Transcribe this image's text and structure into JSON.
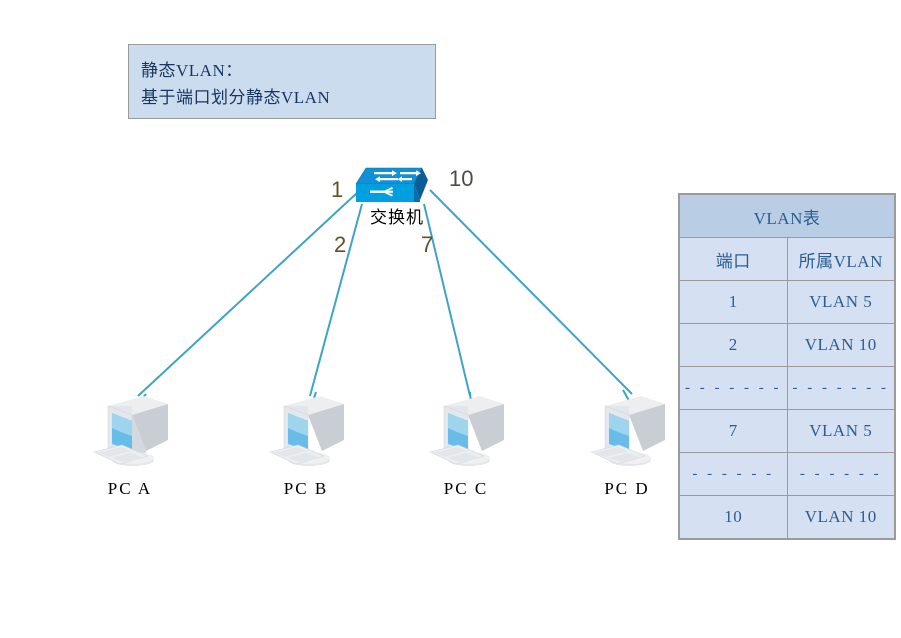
{
  "note": {
    "line1": "静态VLAN：",
    "line2": "基于端口划分静态VLAN"
  },
  "topology": {
    "switch_label": "交换机",
    "switch_icon": "network-switch-icon",
    "ports": {
      "p1": "1",
      "p10": "10",
      "p2": "2",
      "p7": "7"
    },
    "hosts": [
      {
        "label": "PC  A",
        "icon": "desktop-computer-icon",
        "port": "1"
      },
      {
        "label": "PC  B",
        "icon": "desktop-computer-icon",
        "port": "2"
      },
      {
        "label": "PC  C",
        "icon": "desktop-computer-icon",
        "port": "7"
      },
      {
        "label": "PC  D",
        "icon": "desktop-computer-icon",
        "port": "10"
      }
    ]
  },
  "vlan_table": {
    "title": "VLAN表",
    "columns": [
      "端口",
      "所属VLAN"
    ],
    "rows": [
      {
        "port": "1",
        "vlan": "VLAN  5"
      },
      {
        "port": "2",
        "vlan": "VLAN  10"
      },
      {
        "port": "- - - - - - -",
        "vlan": "- - - - - - -"
      },
      {
        "port": "7",
        "vlan": "VLAN  5"
      },
      {
        "port": "- - - - - -",
        "vlan": "- - - - - -"
      },
      {
        "port": "10",
        "vlan": "VLAN  10"
      }
    ]
  },
  "colors": {
    "link_line": "#3ea4c4",
    "note_fill": "#ccdcef",
    "note_text": "#17355f",
    "table_header_fill": "#b9cde5",
    "table_body_fill": "#d5e0f2",
    "table_text": "#2a5e92",
    "port_label": "#5f5326",
    "switch_body": "#0a9ad6"
  }
}
